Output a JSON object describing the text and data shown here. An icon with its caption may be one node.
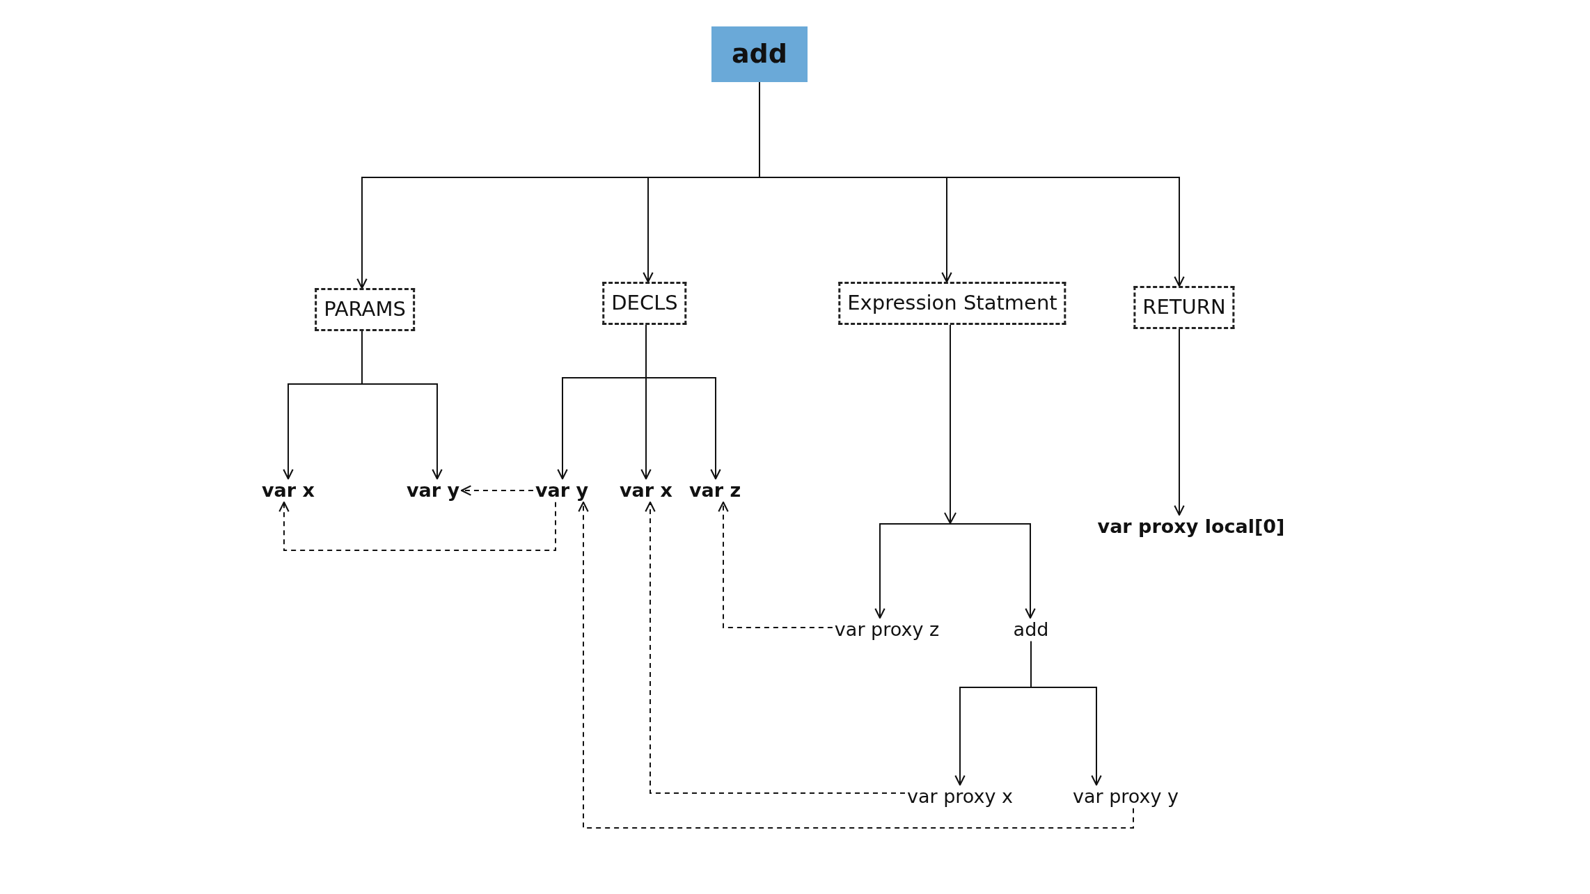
{
  "diagram": {
    "nodes": [
      {
        "text": [
          "add"
        ]
      },
      {
        "text": [
          "PARAMS"
        ]
      },
      {
        "text": [
          "DECLS"
        ]
      },
      {
        "text": [
          "Expression Statment"
        ]
      },
      {
        "text": [
          "RETURN"
        ]
      },
      {
        "text": [
          "var x"
        ]
      },
      {
        "text": [
          "var y"
        ]
      },
      {
        "text": [
          "var y"
        ]
      },
      {
        "text": [
          "var x"
        ]
      },
      {
        "text": [
          "var z"
        ]
      },
      {
        "text": [
          "var proxy z"
        ]
      },
      {
        "text": [
          "add"
        ]
      },
      {
        "text": [
          "var proxy x"
        ]
      },
      {
        "text": [
          "var proxy y"
        ]
      },
      {
        "text": [
          "var proxy local[0]"
        ]
      }
    ],
    "edges": [
      {
        "from": 0,
        "to": 1,
        "arrow": "to"
      },
      {
        "from": 0,
        "to": 2,
        "arrow": "to"
      },
      {
        "from": 0,
        "to": 3,
        "arrow": "to"
      },
      {
        "from": 0,
        "to": 4,
        "arrow": "to"
      },
      {
        "from": 1,
        "to": 5,
        "arrow": "to"
      },
      {
        "from": 1,
        "to": 6,
        "arrow": "to"
      },
      {
        "from": 2,
        "to": 7,
        "arrow": "to"
      },
      {
        "from": 2,
        "to": 8,
        "arrow": "to"
      },
      {
        "from": 2,
        "to": 9,
        "arrow": "to"
      },
      {
        "from": 3,
        "to": 10,
        "arrow": "to"
      },
      {
        "from": 3,
        "to": 11,
        "arrow": "to"
      },
      {
        "from": 4,
        "to": 14,
        "arrow": "to"
      },
      {
        "from": 11,
        "to": 12,
        "arrow": "to"
      },
      {
        "from": 11,
        "to": 13,
        "arrow": "to"
      },
      {
        "from": 7,
        "to": 6,
        "arrow": "to",
        "style": "dashed"
      },
      {
        "from": 7,
        "to": 5,
        "arrow": "to",
        "style": "dashed"
      },
      {
        "from": 10,
        "to": 9,
        "arrow": "to",
        "style": "dashed"
      },
      {
        "from": 12,
        "to": 8,
        "arrow": "to",
        "style": "dashed"
      },
      {
        "from": 13,
        "to": 7,
        "arrow": "to",
        "style": "dashed"
      }
    ]
  }
}
